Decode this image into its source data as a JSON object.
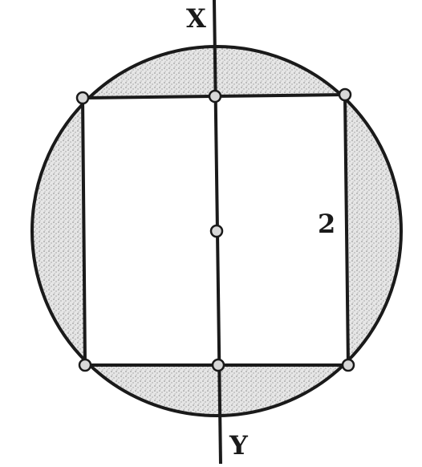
{
  "labels": {
    "axis_top": "X",
    "axis_bottom": "Y",
    "side_length": "2"
  },
  "colors": {
    "stroke": "#1a1a1a",
    "shading": "#c9c9c9",
    "inner": "#ffffff",
    "node_fill": "#d8d8d8"
  }
}
